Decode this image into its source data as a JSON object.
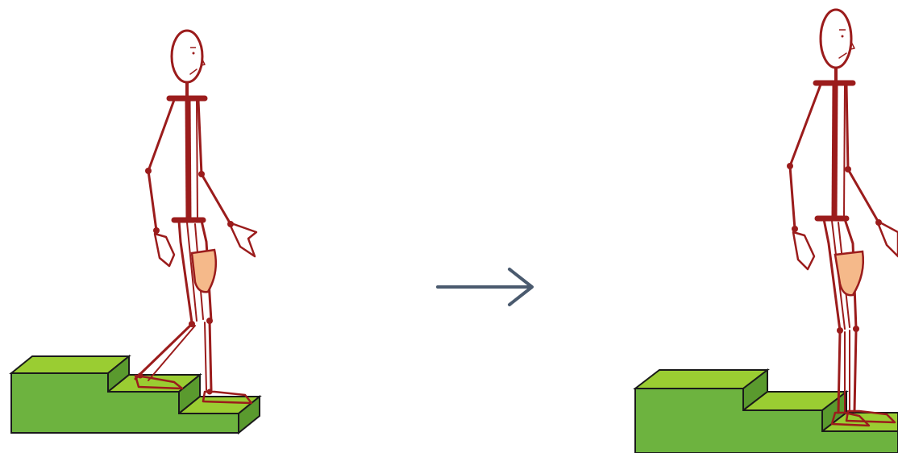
{
  "figure": {
    "panels": [
      {
        "id": "before",
        "description_key": "stick-figure-climbing-stairs-before"
      },
      {
        "id": "after",
        "description_key": "stick-figure-climbing-stairs-after"
      }
    ],
    "transition_symbol": "arrow-right"
  },
  "colors": {
    "figure_stroke": "#9b1c1c",
    "stair_top": "#9acd32",
    "stair_front": "#6db33f",
    "stair_side": "#5a9a2e",
    "stair_outline": "#1a1a1a",
    "knee_pad": "#f5b98a",
    "arrow": "#4a5a6e"
  }
}
